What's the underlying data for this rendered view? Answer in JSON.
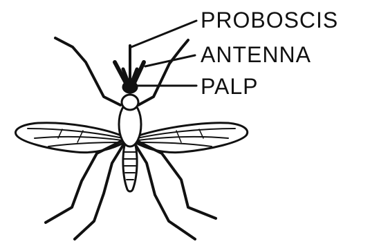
{
  "labels": {
    "proboscis": "PROBOSCIS",
    "antenna": "ANTENNA",
    "palp": "PALP"
  },
  "colors": {
    "ink": "#111111",
    "background": "#ffffff"
  }
}
